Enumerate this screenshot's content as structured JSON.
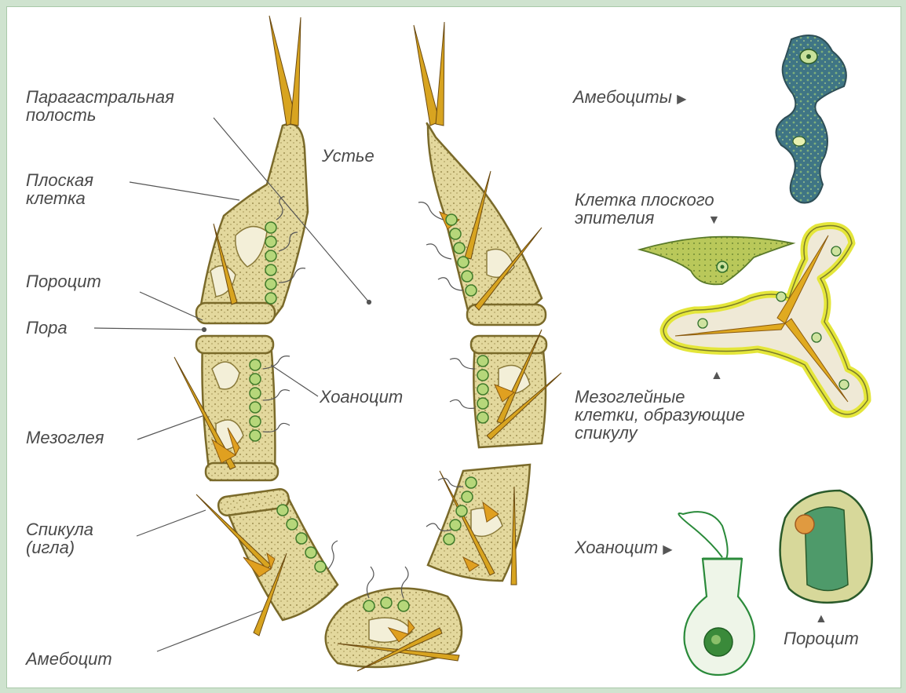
{
  "labels": {
    "paragastral": [
      "Парагастральная",
      "полость"
    ],
    "flat_cell": [
      "Плоская",
      "клетка"
    ],
    "porocyte": "Пороцит",
    "pore": "Пора",
    "mesoglea": "Мезоглея",
    "spicule": [
      "Спикула",
      "(игла)"
    ],
    "amoebocyte": "Амебоцит",
    "osculum": "Устье",
    "choanocyte": "Хоаноцит",
    "amoebocytes_right": "Амебоциты",
    "flat_epithelium_cell": [
      "Клетка плоского",
      "эпителия"
    ],
    "mesoglea_cells": [
      "Мезоглейные",
      "клетки, образующие",
      "спикулу"
    ],
    "choanocyte_right": "Хоаноцит",
    "porocyte_right": "Пороцит"
  },
  "colors": {
    "page_border": "#a9c9a9",
    "body_wall": "#e2d9a0",
    "body_wall_outline": "#7a6a2a",
    "spicule": "#d8a420",
    "choanocyte": "#7ab648",
    "amoebocyte_blue": "#3d6f7e",
    "mesoglea_glow": "#e8ea4a"
  }
}
